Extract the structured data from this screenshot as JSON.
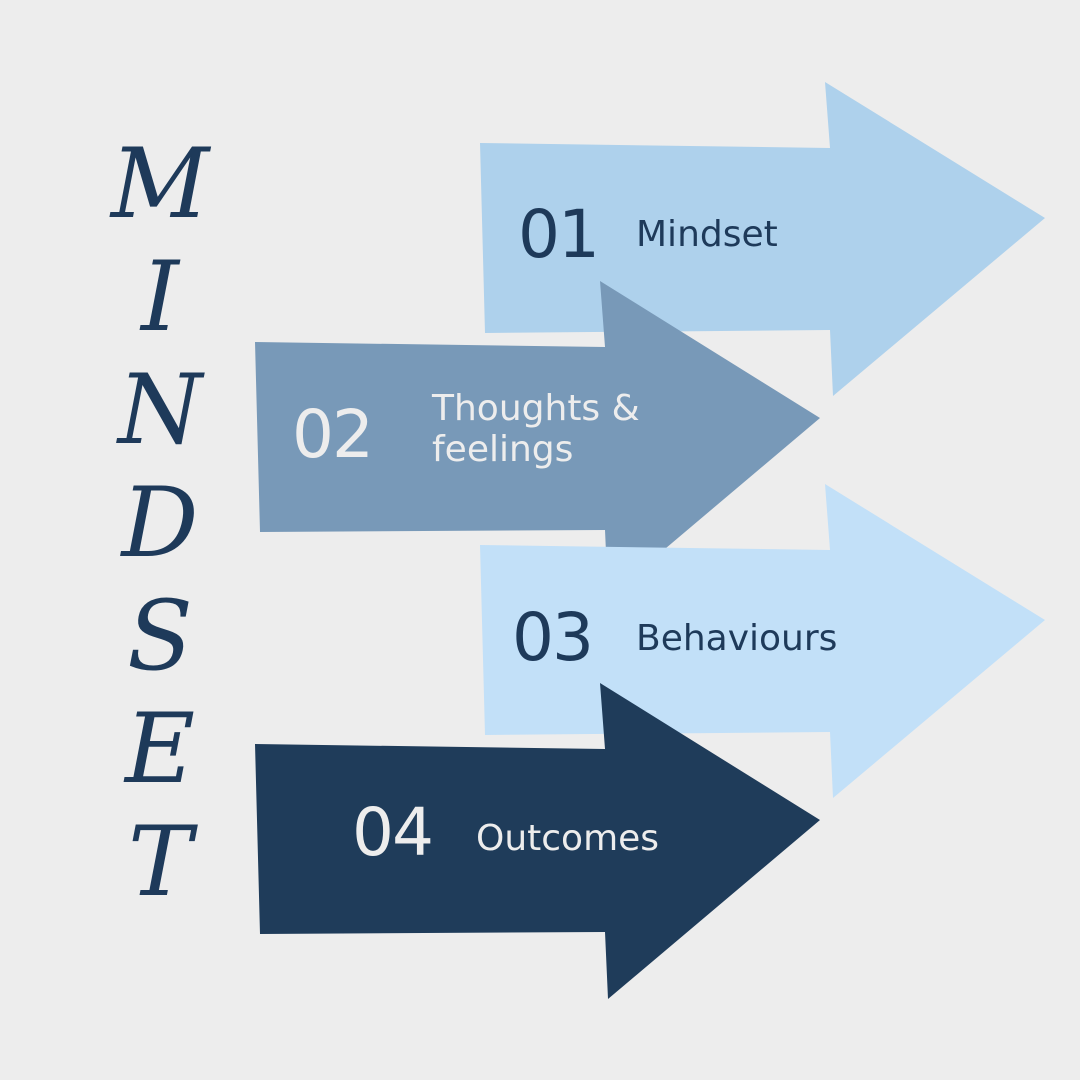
{
  "title_letters": [
    "M",
    "I",
    "N",
    "D",
    "S",
    "E",
    "T"
  ],
  "steps": [
    {
      "number": "01",
      "label": "Mindset",
      "color": "#aed1ec"
    },
    {
      "number": "02",
      "label_line1": "Thoughts &",
      "label_line2": "feelings",
      "color": "#7899b8"
    },
    {
      "number": "03",
      "label": "Behaviours",
      "color": "#c2e0f8"
    },
    {
      "number": "04",
      "label": "Outcomes",
      "color": "#1f3c5a"
    }
  ]
}
